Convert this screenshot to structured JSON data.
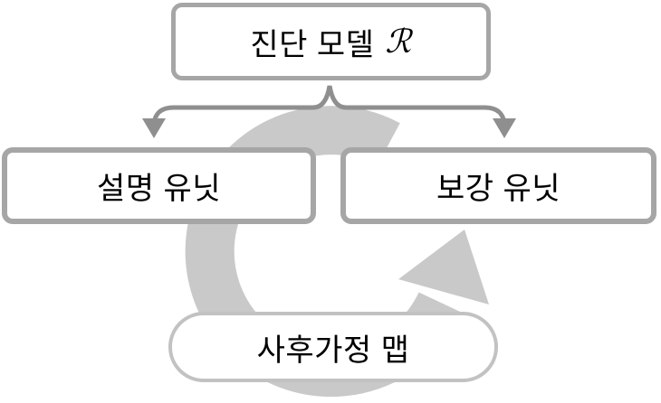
{
  "diagram": {
    "title_box": {
      "text": "진단 모델",
      "math_symbol": "ℛ"
    },
    "left_box": {
      "label": "설명 유닛"
    },
    "right_box": {
      "label": "보강 유닛"
    },
    "bottom_pill": {
      "label": "사후가정 맵"
    },
    "colors": {
      "background": "#ffffff",
      "cycle_arrow": "#c9c9c9",
      "box_border": "#a6a6a6",
      "pill_border": "#c2c2c2",
      "split_connector": "#8f8f8f",
      "text": "#000000"
    },
    "icons": {
      "cycle_arrow": "clockwise-circular-cycle-arrow",
      "split_connector": "brace-split-into-two-down-arrows"
    }
  }
}
